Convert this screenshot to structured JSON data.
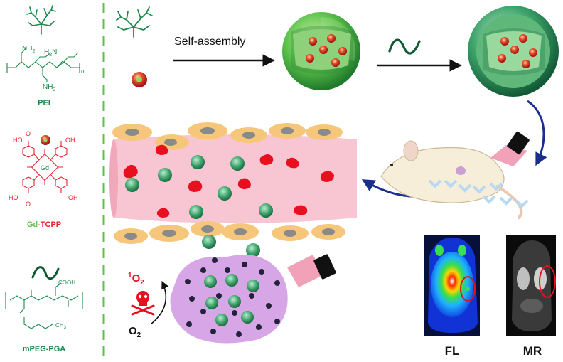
{
  "left_panel": {
    "pei_label": "PEI",
    "pei_nh2_top": "NH",
    "pei_nh2_top_sub": "2",
    "pei_h2n": "H",
    "pei_h2n_sub": "2",
    "pei_h2n_n": "N",
    "pei_n_sub": "n",
    "pei_nh2_bottom": "NH",
    "pei_nh2_bottom_sub": "2",
    "gd_label_gd": "Gd",
    "gd_label_rest": "-TCPP",
    "tcpp_center": "Gd",
    "tcpp_ho_tl": "HO",
    "tcpp_oh_tr": "OH",
    "tcpp_ho_bl": "HO",
    "tcpp_oh_br": "OH",
    "tcpp_o": "O",
    "mpeg_label": "mPEG-PGA",
    "mpeg_cooh": "COOH",
    "mpeg_ch3": "CH",
    "mpeg_ch3_sub": "3"
  },
  "top_flow": {
    "self_assembly_label": "Self-assembly"
  },
  "bottom": {
    "singlet_oxygen_sup": "1",
    "singlet_oxygen": "O",
    "singlet_oxygen_sub": "2",
    "oxygen": "O",
    "oxygen_sub": "2"
  },
  "imaging": {
    "fl_label": "FL",
    "mr_label": "MR"
  },
  "colors": {
    "green_text": "#1b8a4a",
    "red_text": "#e8202a",
    "divider": "#5cc24a",
    "vessel": "#f8c6d2",
    "cell": "#f6c77a",
    "nanoparticle": "#3da36a",
    "tumor": "#d7a6e6"
  }
}
